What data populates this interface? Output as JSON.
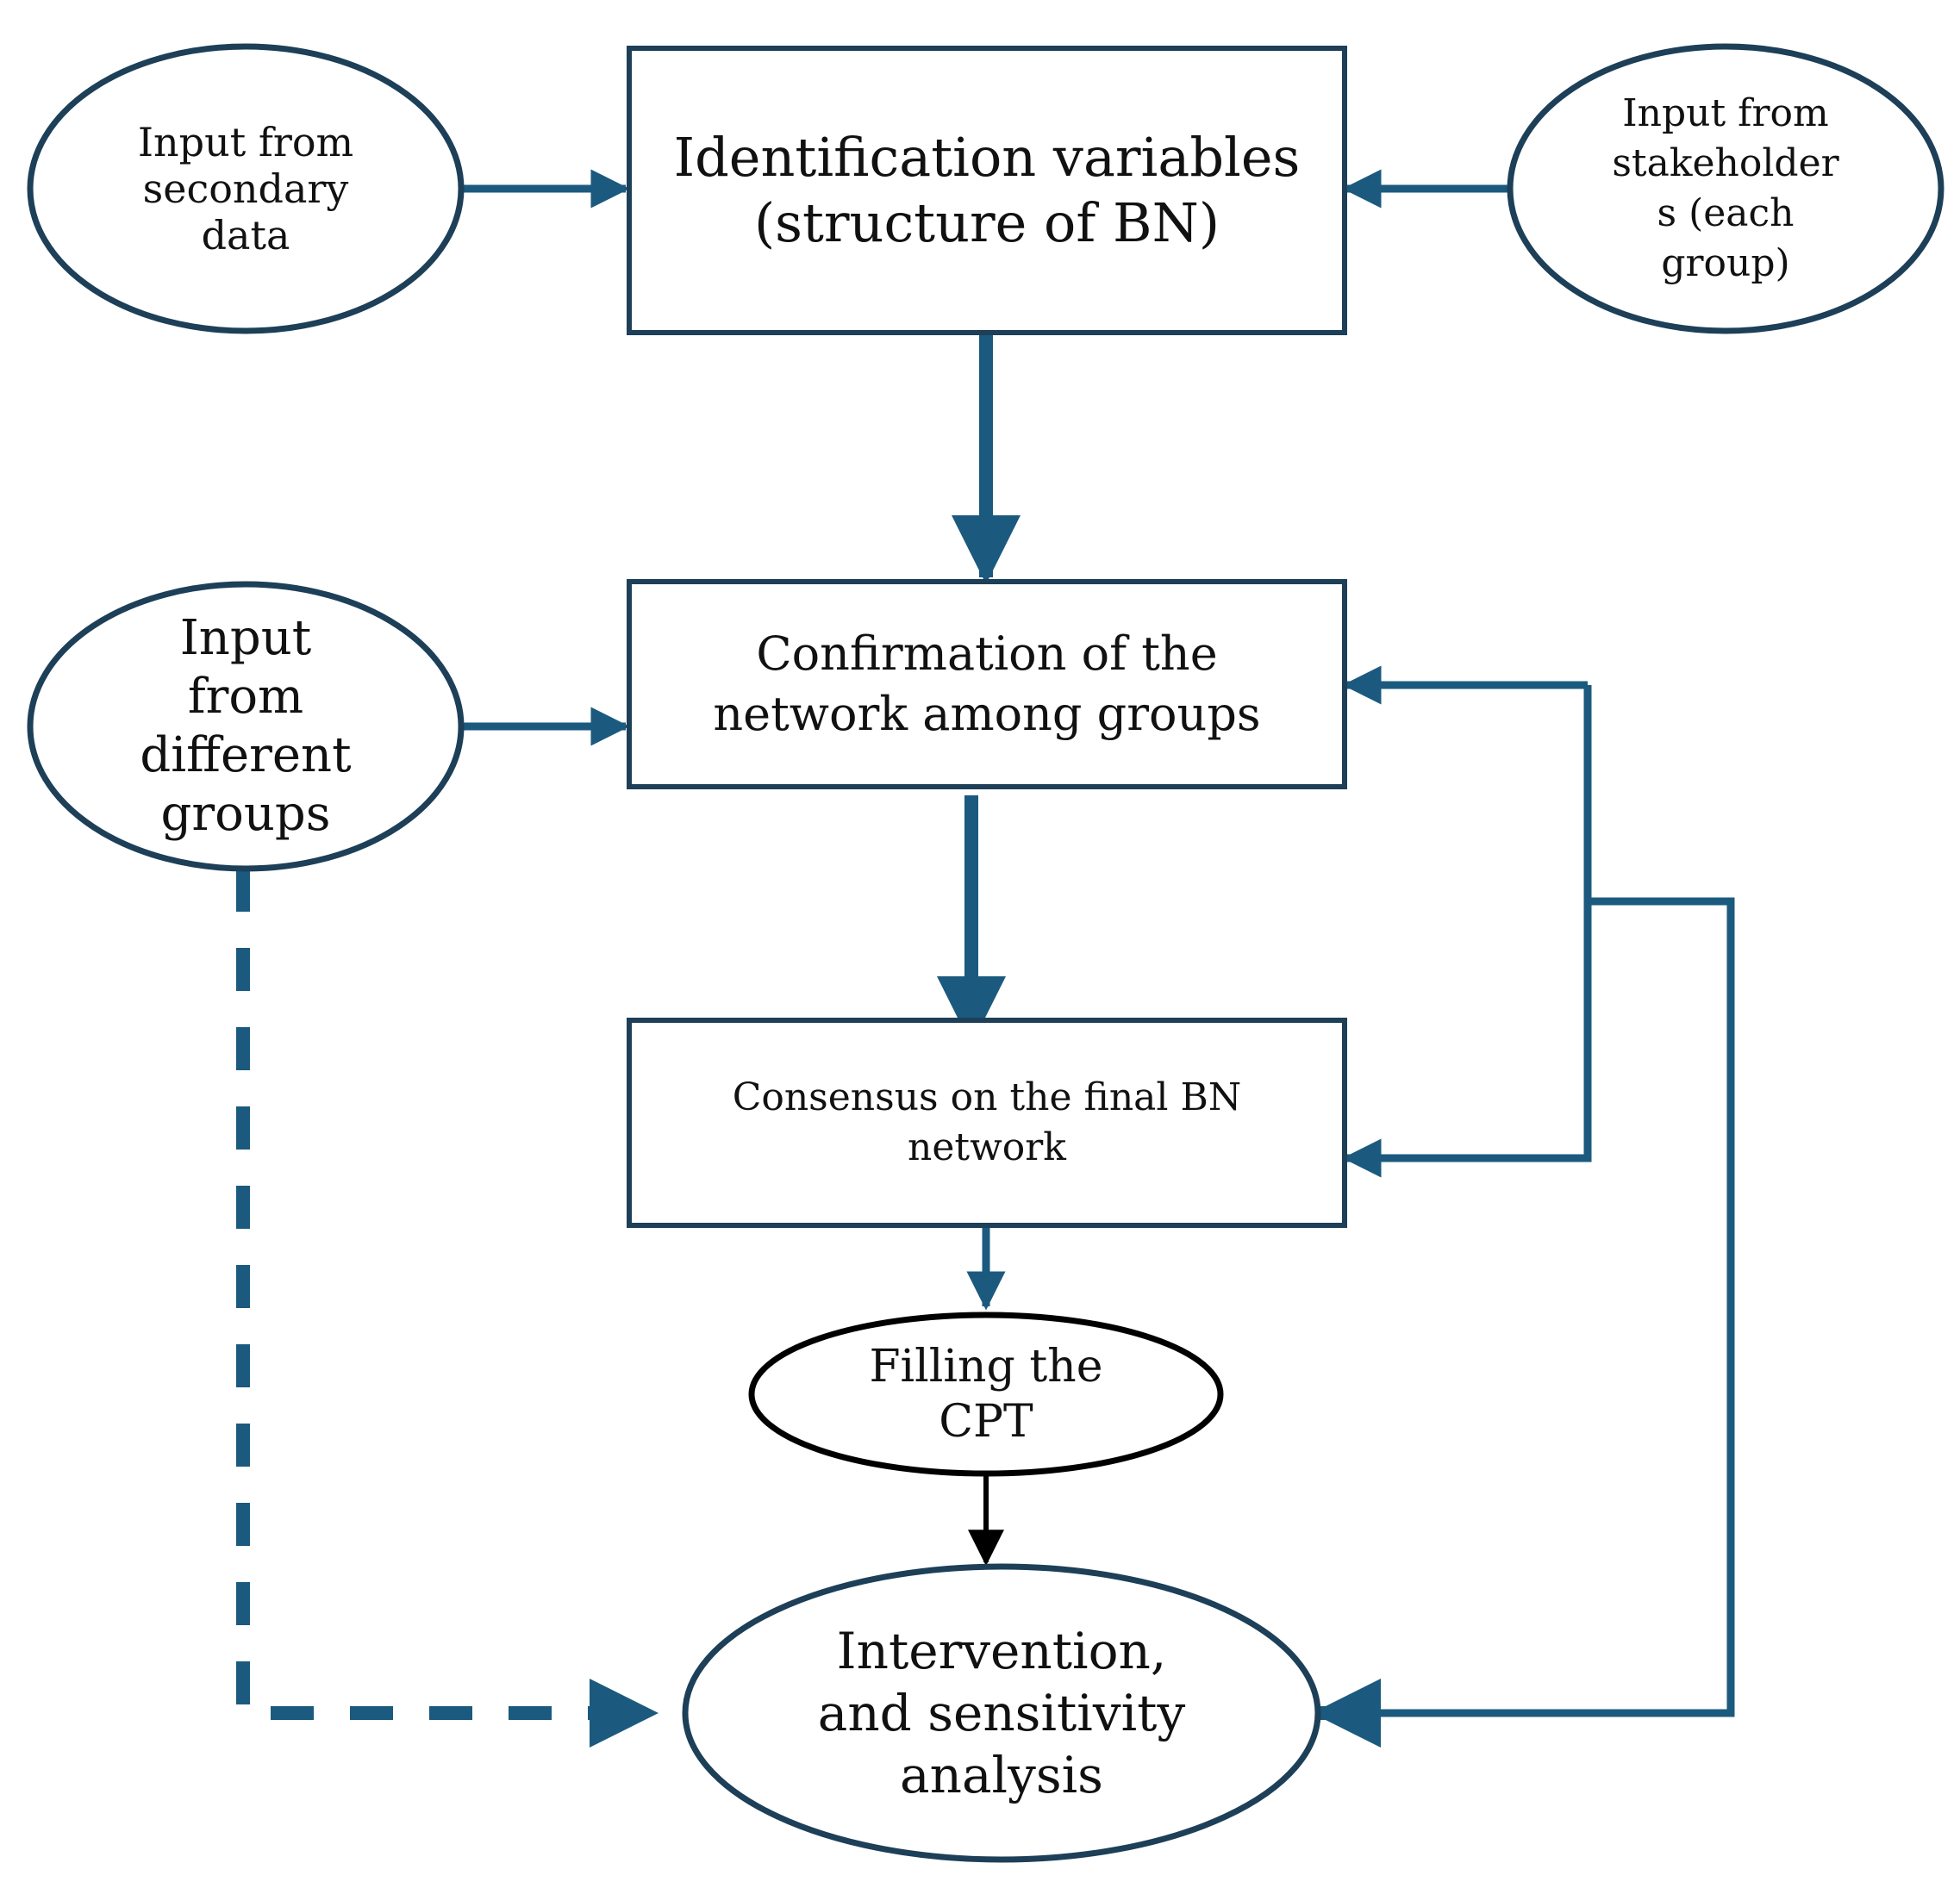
{
  "colors": {
    "primary": "#1b5a7e",
    "outline": "#1d3f58",
    "black": "#000000",
    "text": "#111111",
    "background": "#ffffff"
  },
  "nodes": {
    "secondary_data": {
      "shape": "ellipse",
      "lines": [
        "Input from",
        "secondary",
        "data"
      ]
    },
    "identification": {
      "shape": "rectangle",
      "lines": [
        "Identification variables",
        "(structure of BN)"
      ]
    },
    "stakeholders": {
      "shape": "ellipse",
      "lines": [
        "Input from",
        "stakeholder",
        "s (each",
        "group)"
      ]
    },
    "different_groups": {
      "shape": "ellipse",
      "lines": [
        "Input",
        "from",
        "different",
        "groups"
      ]
    },
    "confirmation": {
      "shape": "rectangle",
      "lines": [
        "Confirmation of the",
        "network among groups"
      ]
    },
    "consensus": {
      "shape": "rectangle",
      "lines": [
        "Consensus on the final BN",
        "network"
      ]
    },
    "filling_cpt": {
      "shape": "ellipse",
      "lines": [
        "Filling the",
        "CPT"
      ]
    },
    "intervention": {
      "shape": "ellipse",
      "lines": [
        "Intervention,",
        "and sensitivity",
        "analysis"
      ]
    }
  },
  "edges": [
    {
      "from": "secondary_data",
      "to": "identification",
      "style": "solid"
    },
    {
      "from": "stakeholders",
      "to": "identification",
      "style": "solid"
    },
    {
      "from": "identification",
      "to": "confirmation",
      "style": "solid"
    },
    {
      "from": "different_groups",
      "to": "confirmation",
      "style": "solid"
    },
    {
      "from": "confirmation",
      "to": "consensus",
      "style": "solid"
    },
    {
      "from": "feedback-loop",
      "to": "confirmation",
      "style": "solid"
    },
    {
      "from": "feedback-loop",
      "to": "consensus",
      "style": "solid"
    },
    {
      "from": "feedback-loop",
      "to": "intervention",
      "style": "solid"
    },
    {
      "from": "consensus",
      "to": "filling_cpt",
      "style": "solid"
    },
    {
      "from": "filling_cpt",
      "to": "intervention",
      "style": "solid"
    },
    {
      "from": "different_groups",
      "to": "intervention",
      "style": "dashed"
    }
  ]
}
